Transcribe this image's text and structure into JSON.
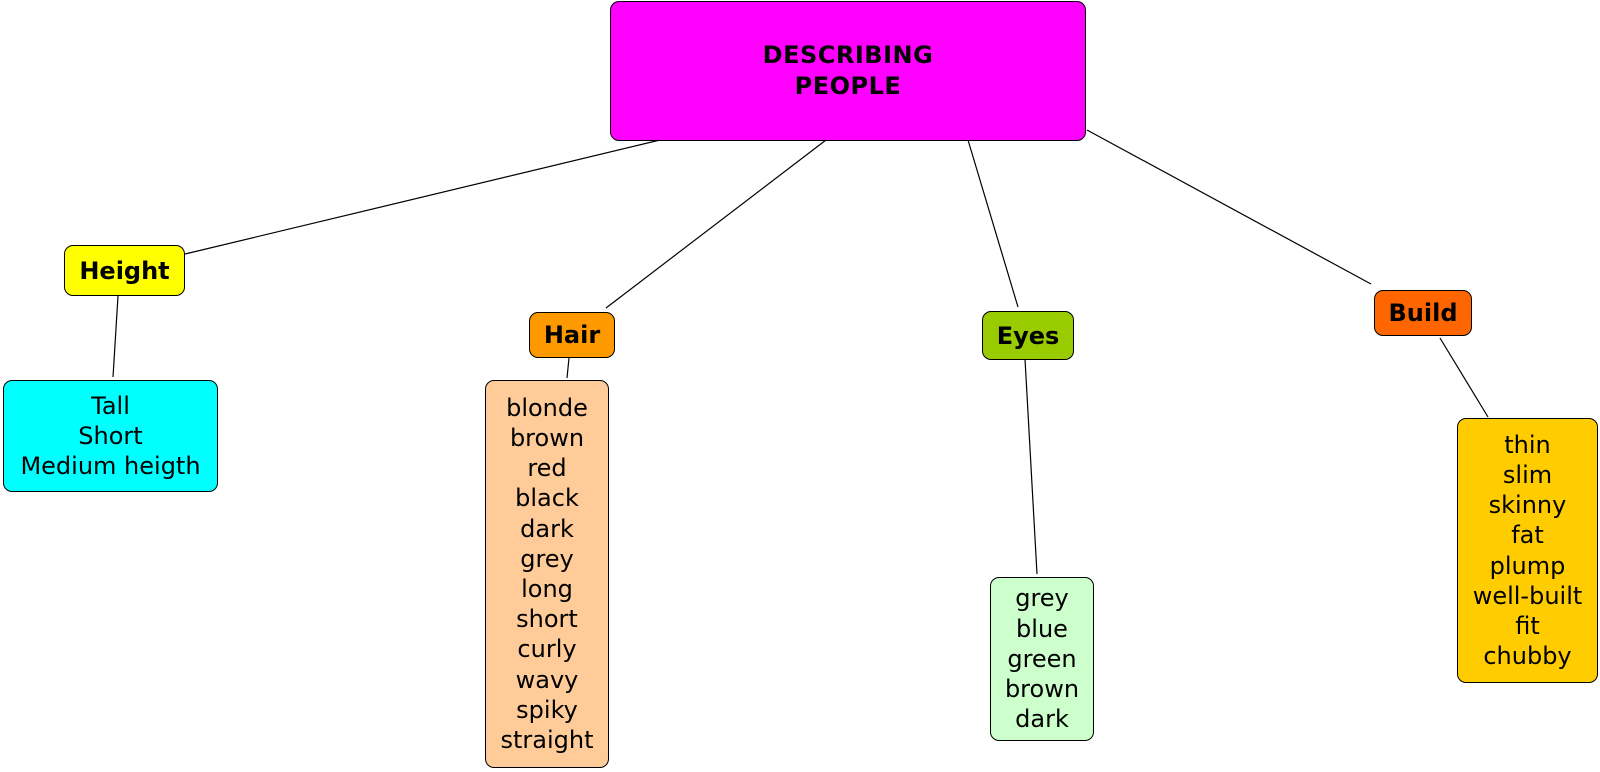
{
  "title": {
    "line1": "DESCRIBING",
    "line2": "PEOPLE",
    "color": "#ff00ff"
  },
  "categories": [
    {
      "id": "height",
      "label": "Height",
      "color": "#ffff00",
      "list_color": "#00ffff",
      "items": [
        "Tall",
        "Short",
        "Medium heigth"
      ]
    },
    {
      "id": "hair",
      "label": "Hair",
      "color": "#ff9900",
      "list_color": "#ffcc99",
      "items": [
        "blonde",
        "brown",
        "red",
        "black",
        "dark",
        "grey",
        "long",
        "short",
        "curly",
        "wavy",
        "spiky",
        "straight"
      ]
    },
    {
      "id": "eyes",
      "label": "Eyes",
      "color": "#99cc00",
      "list_color": "#ccffcc",
      "items": [
        "grey",
        "blue",
        "green",
        "brown",
        "dark"
      ]
    },
    {
      "id": "build",
      "label": "Build",
      "color": "#ff6600",
      "list_color": "#ffcc00",
      "items": [
        "thin",
        "slim",
        "skinny",
        "fat",
        "plump",
        "well-built",
        "fit",
        "chubby"
      ]
    }
  ]
}
